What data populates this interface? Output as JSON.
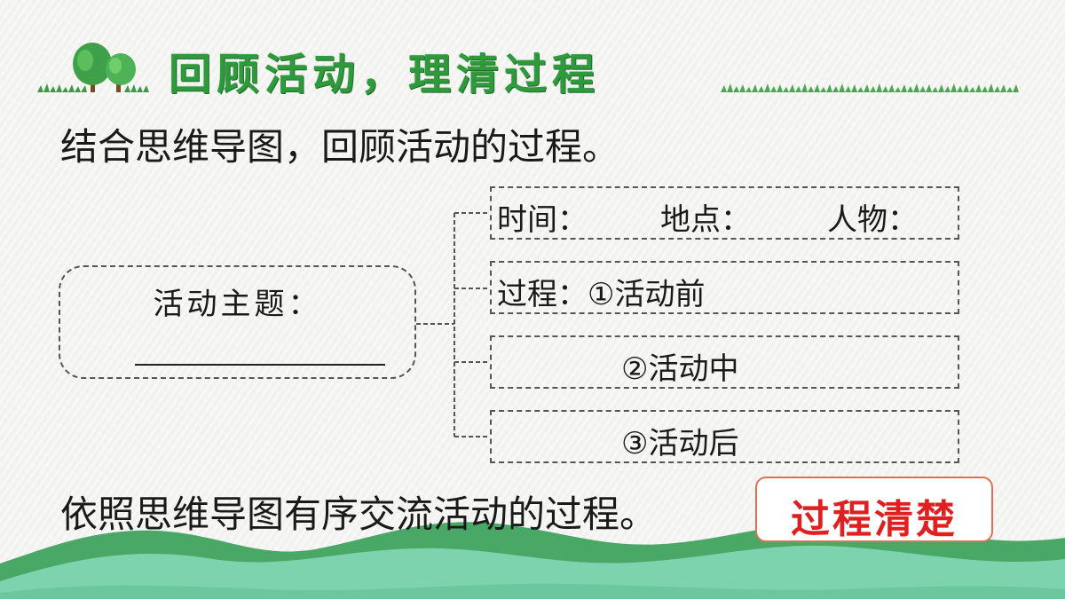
{
  "header": {
    "title": "回顾活动，理清过程"
  },
  "intro": {
    "text": "结合思维导图，回顾活动的过程。"
  },
  "mindmap": {
    "topic_label": "活动主题：",
    "box1": {
      "time": "时间：",
      "place": "地点：",
      "people": "人物："
    },
    "box2": "过程：①活动前",
    "box3": "②活动中",
    "box4": "③活动后"
  },
  "footer": {
    "text": "依照思维导图有序交流活动的过程。",
    "badge": "过程清楚"
  },
  "colors": {
    "title_green": "#2e9a3c",
    "badge_red": "#e02020",
    "hill_dark": "#4aa866",
    "hill_light": "#7dd3ae"
  },
  "icons": [
    "tree-icon",
    "grass-icon"
  ]
}
